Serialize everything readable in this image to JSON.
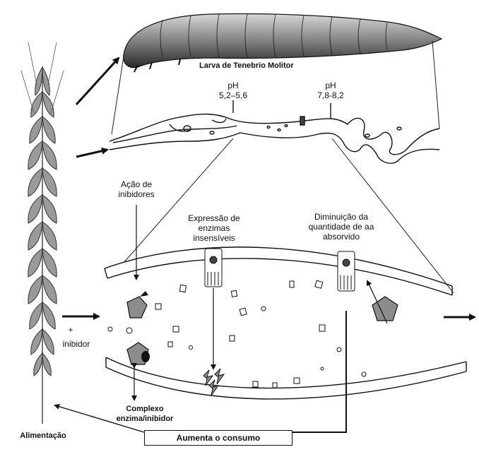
{
  "labels": {
    "larva_title": "Larva de Tenebrio Molitor",
    "ph_label_left": "pH",
    "ph_range_left": "5,2–5,6",
    "ph_label_right": "pH",
    "ph_range_right": "7,8-8,2",
    "inhibitor_action_line1": "Ação de",
    "inhibitor_action_line2": "inibidores",
    "enzyme_expression_line1": "Expressão de",
    "enzyme_expression_line2": "enzimas",
    "enzyme_expression_line3": "insensíveis",
    "absorbed_line1": "Diminuição da",
    "absorbed_line2": "quantidade de aa",
    "absorbed_line3": "absorvido",
    "plus_sign": "+",
    "inhibitor": "inibidor",
    "complex_line1": "Complexo",
    "complex_line2": "enzima/inibidor",
    "feeding": "Alimentação",
    "increase_consumption": "Aumenta o consumo"
  }
}
